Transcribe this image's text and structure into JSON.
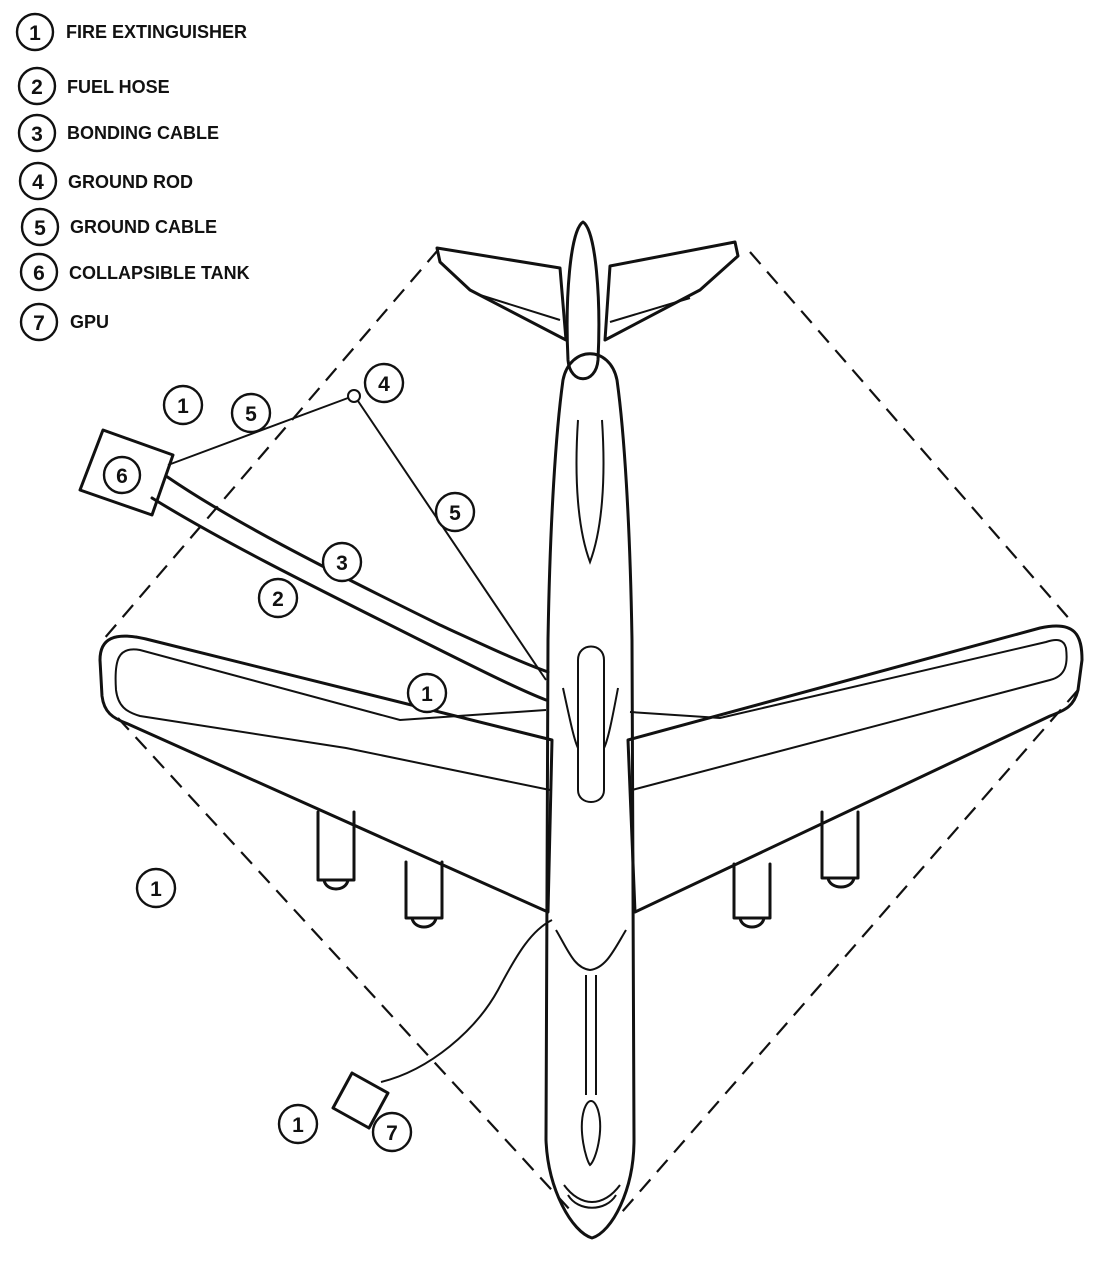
{
  "legend": [
    {
      "num": "1",
      "label": "FIRE EXTINGUISHER"
    },
    {
      "num": "2",
      "label": "FUEL HOSE"
    },
    {
      "num": "3",
      "label": "BONDING CABLE"
    },
    {
      "num": "4",
      "label": "GROUND ROD"
    },
    {
      "num": "5",
      "label": "GROUND CABLE"
    },
    {
      "num": "6",
      "label": "COLLAPSIBLE TANK"
    },
    {
      "num": "7",
      "label": "GPU"
    }
  ],
  "callouts": {
    "extinguisher_top": "1",
    "ground_cable_top": "5",
    "ground_rod": "4",
    "tank": "6",
    "ground_cable_diag": "5",
    "bonding_cable": "3",
    "fuel_hose": "2",
    "extinguisher_wing": "1",
    "extinguisher_left": "1",
    "extinguisher_gpu": "1",
    "gpu": "7"
  }
}
